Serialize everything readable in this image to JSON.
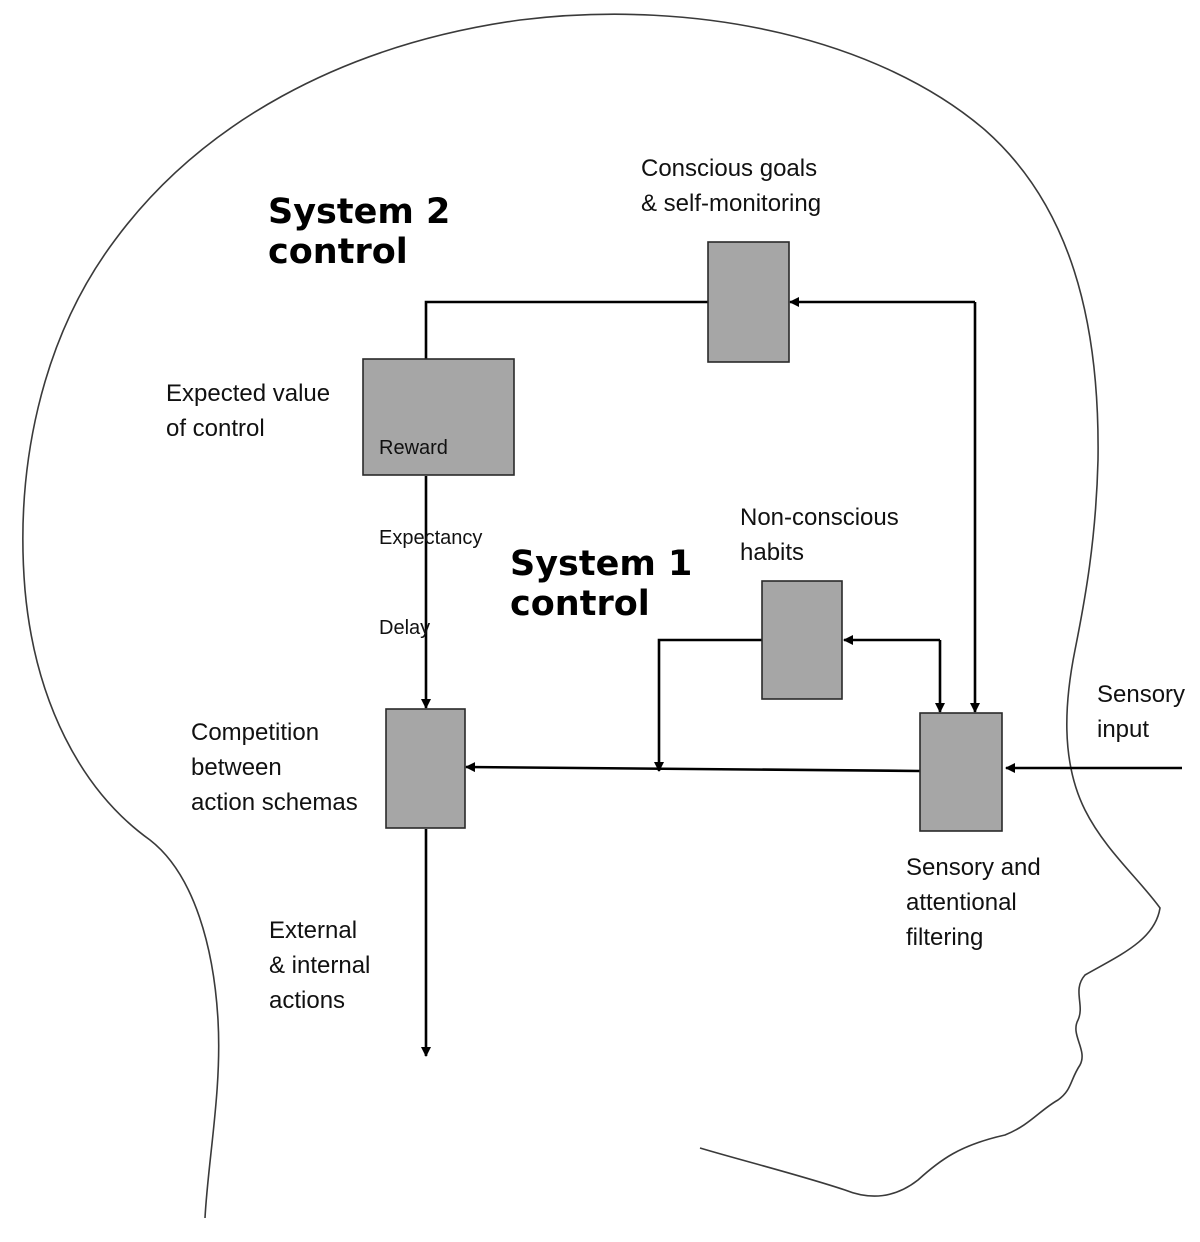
{
  "colors": {
    "box_fill": "#a6a6a6",
    "box_border": "#2a2a2a",
    "line": "#000000",
    "head_outline": "#3a3a3a",
    "background": "#ffffff"
  },
  "headings": {
    "system2": "System 2\ncontrol",
    "system1": "System 1\ncontrol"
  },
  "labels": {
    "conscious_goals": "Conscious goals\n& self-monitoring",
    "expected_value": "Expected value\nof control",
    "non_conscious": "Non-conscious\nhabits",
    "sensory_input": "Sensory\ninput",
    "competition": "Competition\nbetween\naction schemas",
    "sensory_filtering": "Sensory and\nattentional\nfiltering",
    "external_actions": "External\n& internal\nactions"
  },
  "boxes": {
    "expected_value_box": {
      "items": [
        "Reward",
        "Expectancy",
        "Delay"
      ]
    }
  }
}
